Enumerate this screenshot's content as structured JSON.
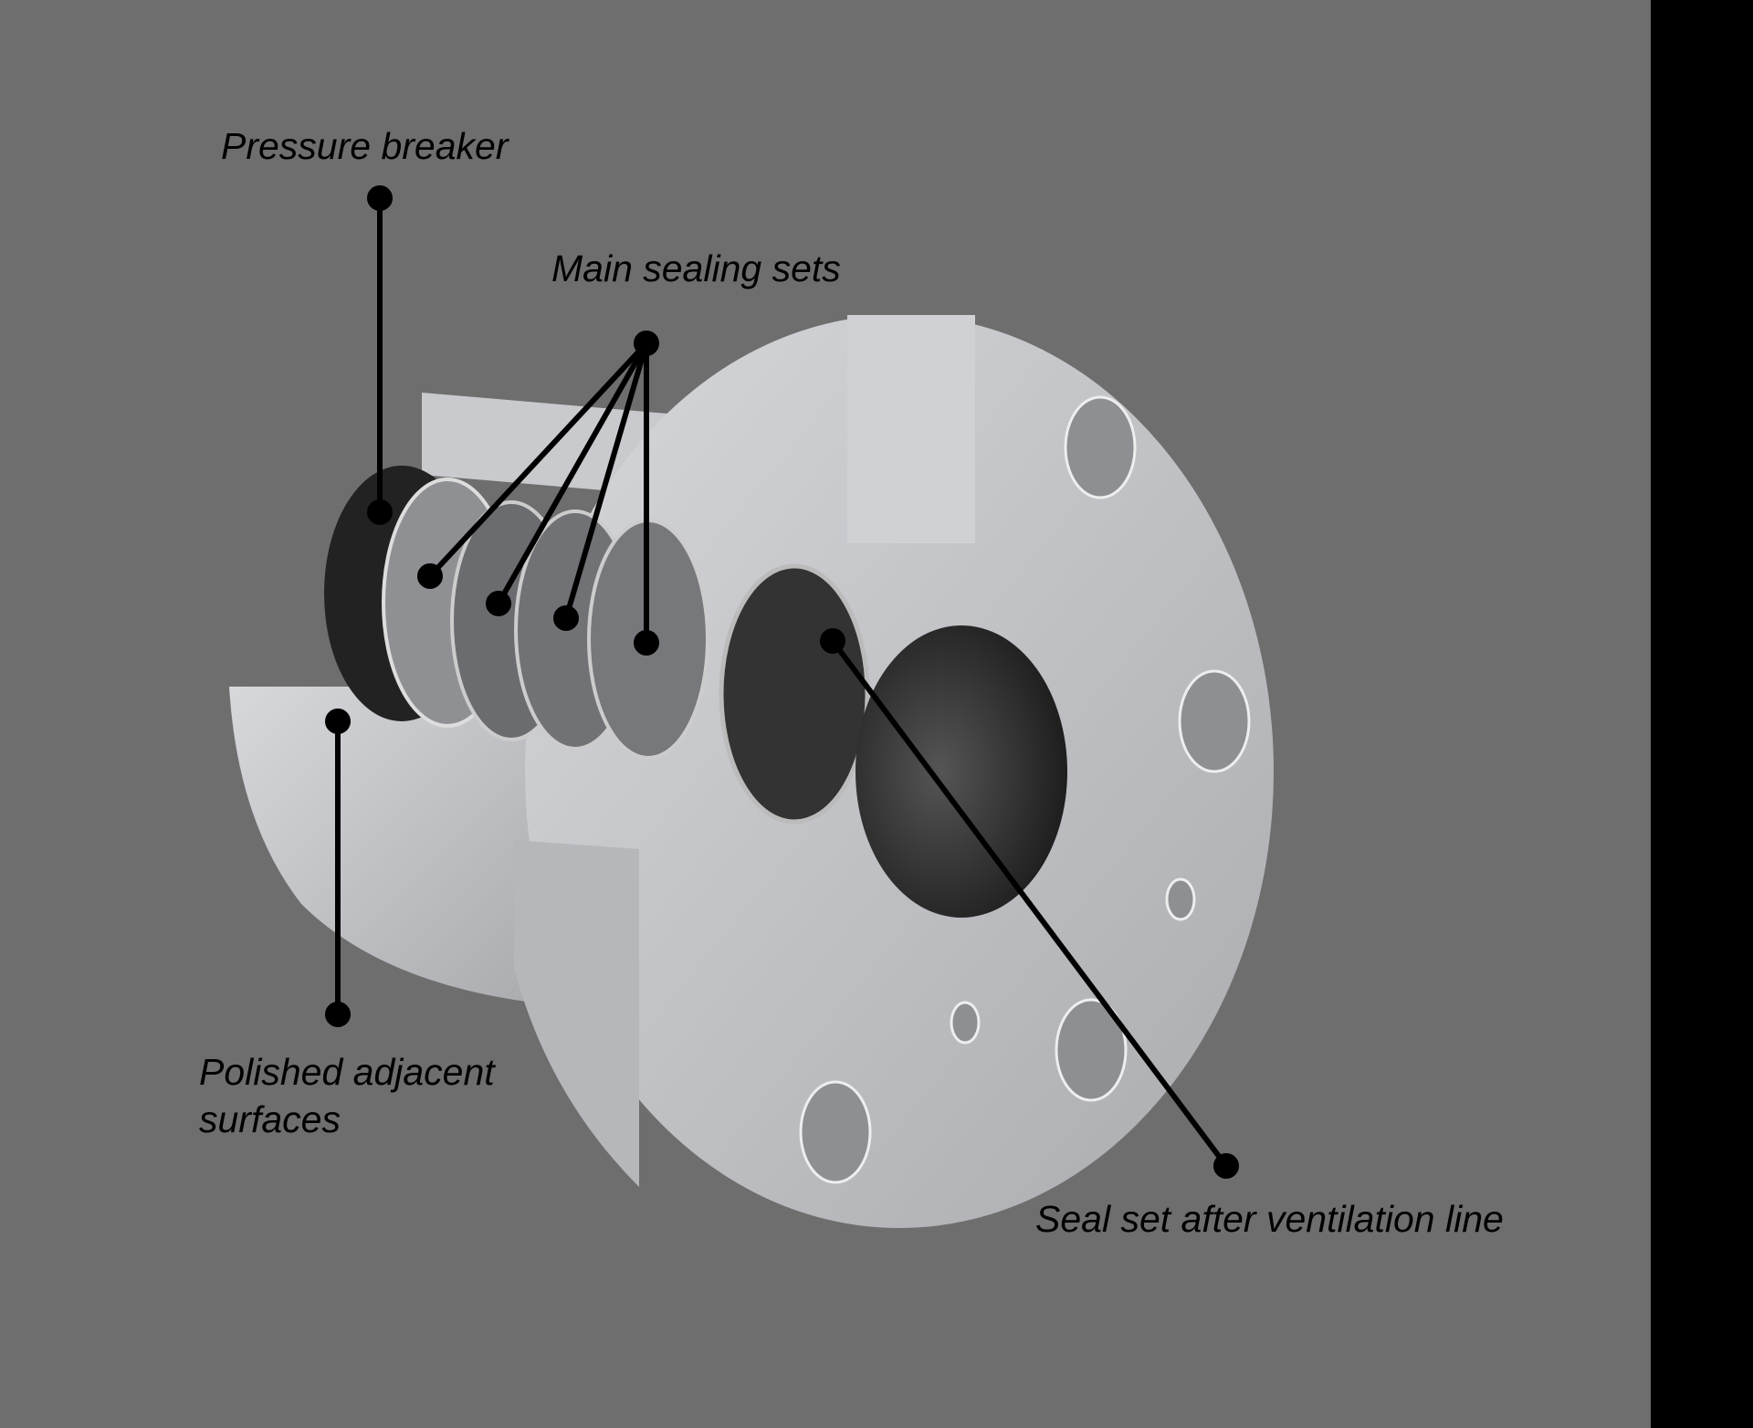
{
  "callouts": {
    "pressure_breaker": "Pressure breaker",
    "main_sealing_sets": "Main sealing sets",
    "polished_line1": "Polished adjacent",
    "polished_line2": "surfaces",
    "seal_after_vent": "Seal set after ventilation line"
  },
  "colors": {
    "background": "#6e6e6e",
    "metal": "#c4c6ca",
    "seal": "#2a2a2a",
    "leader": "#000000"
  }
}
